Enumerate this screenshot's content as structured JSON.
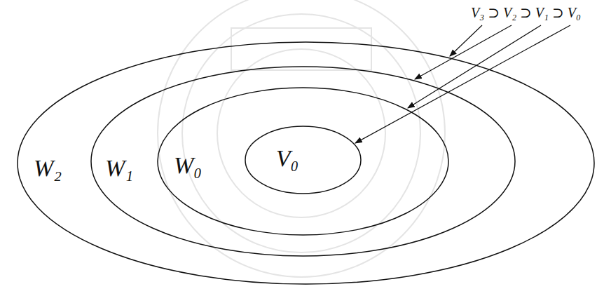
{
  "diagram": {
    "nodes": [
      {
        "text": [
          "W₂"
        ]
      },
      {
        "text": [
          "W₁"
        ],
        "in": 0
      },
      {
        "text": [
          "W₀"
        ],
        "in": 1
      },
      {
        "text": [
          "V₀"
        ],
        "in": 2
      }
    ],
    "labels": [
      "V₃ ⊃ V₂ ⊃ V₁ ⊃ V₀"
    ]
  }
}
